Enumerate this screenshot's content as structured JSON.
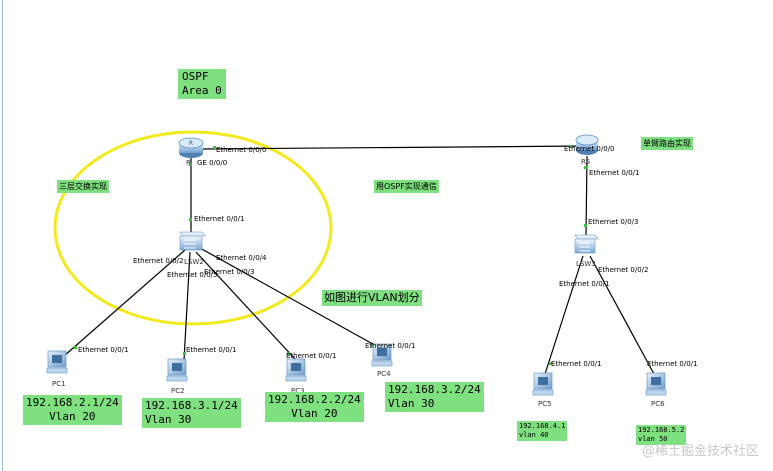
{
  "title": {
    "line1": "OSPF",
    "line2": "Area 0"
  },
  "notes": {
    "l3_switching": "三层交换实现",
    "ospf_comm": "用OSPF实现通信",
    "vlan_div": "如图进行VLAN划分",
    "single_arm": "单臂路由实现"
  },
  "devices": {
    "r_left": "R",
    "r5": "R5",
    "lsw2": "LSW2",
    "lsw3": "LSW3",
    "pc1": "PC1",
    "pc2": "PC2",
    "pc3": "PC3",
    "pc4": "PC4",
    "pc5": "PC5",
    "pc6": "PC6"
  },
  "ports": {
    "r_left_e000": "Ethernet 0/0/0",
    "r_left_ge": "GE 0/0/0",
    "r5_e000": "Ethernet 0/0/0",
    "r5_e001": "Ethernet 0/0/1",
    "lsw2_e001": "Ethernet 0/0/1",
    "lsw2_e002": "Ethernet 0/0/2",
    "lsw2_e005": "Ethernet 0/0/5",
    "lsw2_e003": "Ethernet 0/0/3",
    "lsw2_e004": "Ethernet 0/0/4",
    "lsw3_e003": "Ethernet 0/0/3",
    "lsw3_e001": "Ethernet 0/0/1",
    "lsw3_e002": "Ethernet 0/0/2",
    "pc1_e": "Ethernet 0/0/1",
    "pc2_e": "Ethernet 0/0/1",
    "pc3_e": "Ethernet 0/0/1",
    "pc4_e": "Ethernet 0/0/1",
    "pc5_e": "Ethernet 0/0/1",
    "pc6_e": "Ethernet 0/0/1"
  },
  "hosts": {
    "pc1": {
      "ip": "192.168.2.1/24",
      "vlan": "Vlan 20"
    },
    "pc2": {
      "ip": "192.168.3.1/24",
      "vlan": "Vlan 30"
    },
    "pc3": {
      "ip": "192.168.2.2/24",
      "vlan": "Vlan 20"
    },
    "pc4": {
      "ip": "192.168.3.2/24",
      "vlan": "Vlan 30"
    },
    "pc5": {
      "ip": "192.168.4.1",
      "vlan": "vlan  40"
    },
    "pc6": {
      "ip": "192.168.5.2",
      "vlan": "vlan  50"
    }
  },
  "watermark": "@稀土掘金技术社区",
  "colors": {
    "note_bg": "#7ee07e",
    "ellipse": "#f2ea1c",
    "router": "#5b8fc8",
    "switch": "#5b8fc8"
  },
  "icons": [
    "router-icon",
    "switch-icon",
    "pc-icon"
  ]
}
